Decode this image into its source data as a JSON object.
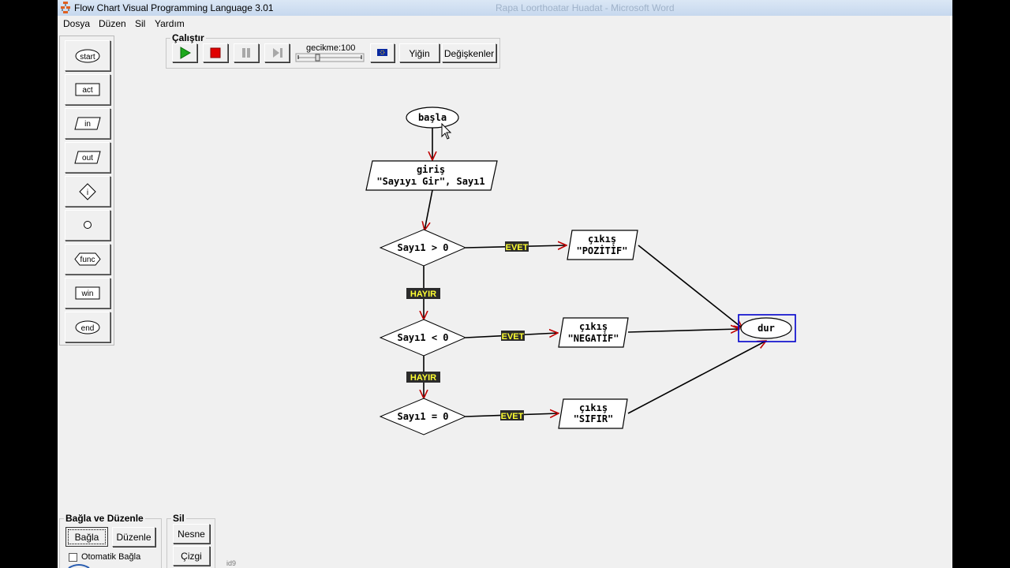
{
  "window": {
    "title": "Flow Chart Visual Programming Language 3.01",
    "background_title": "Rapa Loorthoatar Huadat - Microsoft Word"
  },
  "menu": [
    "Dosya",
    "Düzen",
    "Sil",
    "Yardım"
  ],
  "palette": [
    {
      "label": "start",
      "shape": "oval"
    },
    {
      "label": "act",
      "shape": "rect"
    },
    {
      "label": "in",
      "shape": "parallelogram"
    },
    {
      "label": "out",
      "shape": "parallelogram"
    },
    {
      "label": "i",
      "shape": "diamond"
    },
    {
      "label": "",
      "shape": "circle"
    },
    {
      "label": "func",
      "shape": "hexagon"
    },
    {
      "label": "win",
      "shape": "rect"
    },
    {
      "label": "end",
      "shape": "oval"
    }
  ],
  "run_panel": {
    "legend": "Çalıştır",
    "delay_label": "gecikme:100",
    "delay_value": 100,
    "stack_button": "Yiğin",
    "variables_button": "Değişkenler"
  },
  "connect_panel": {
    "legend": "Bağla ve Düzenle",
    "connect_button": "Bağla",
    "edit_button": "Düzenle",
    "auto_connect_label": "Otomatik Bağla",
    "auto_connect_checked": false
  },
  "delete_panel": {
    "legend": "Sil",
    "object_button": "Nesne",
    "line_button": "Çizgi"
  },
  "status_text": "id9",
  "flowchart": {
    "start": "başla",
    "input_title": "giriş",
    "input_expr": "\"Sayıyı Gir\", Sayı1",
    "cond1": "Sayı1 > 0",
    "cond2": "Sayı1 < 0",
    "cond3": "Sayı1 = 0",
    "out1_title": "çıkış",
    "out1_text": "\"POZİTİF\"",
    "out2_title": "çıkış",
    "out2_text": "\"NEGATİF\"",
    "out3_title": "çıkış",
    "out3_text": "\"SIFIR\"",
    "end": "dur",
    "yes_label": "EVET",
    "no_label": "HAYIR"
  },
  "colors": {
    "arrow": "#c00000",
    "badge_bg": "#2b2b2b",
    "badge_text": "#ffff33",
    "selected": "#0000cc"
  }
}
